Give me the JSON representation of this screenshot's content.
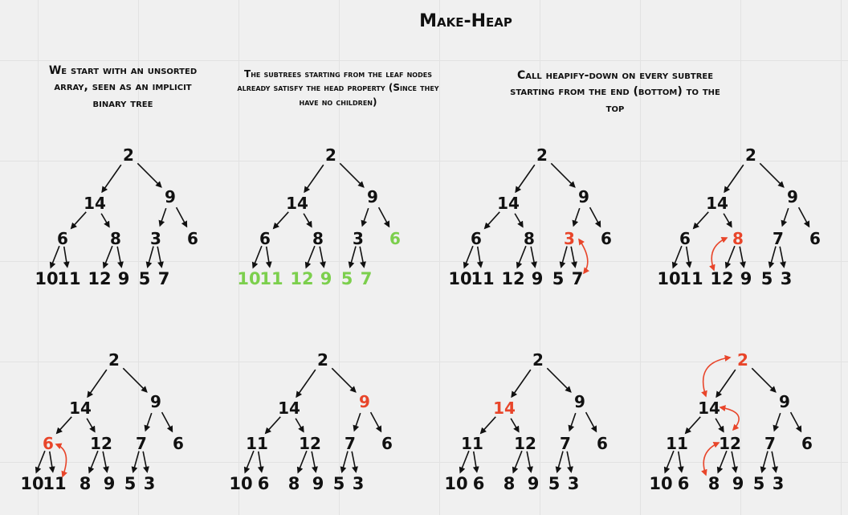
{
  "title": "Make-Heap",
  "captions": [
    "We start with an unsorted array, seen as an implicit binary tree",
    "The subtrees starting from the leaf nodes already satisfy the head property (Since they have no children)",
    "Call heapify-down on every subtree starting from the end (bottom) to the top"
  ],
  "colors": {
    "ink": "#111111",
    "highlight": "#e8452a",
    "leaf": "#7ccf4d"
  },
  "panels": [
    {
      "root": "2",
      "l": "14",
      "r": "9",
      "ll": "6",
      "lr": "8",
      "rl": "3",
      "rr": "6",
      "leaves": [
        "10",
        "11",
        "12",
        "9",
        "5",
        "7"
      ],
      "red": [],
      "green": [],
      "swaps": []
    },
    {
      "root": "2",
      "l": "14",
      "r": "9",
      "ll": "6",
      "lr": "8",
      "rl": "3",
      "rr": "6",
      "leaves": [
        "10",
        "11",
        "12",
        "9",
        "5",
        "7"
      ],
      "red": [],
      "green": [
        "rr",
        "leaves"
      ],
      "swaps": []
    },
    {
      "root": "2",
      "l": "14",
      "r": "9",
      "ll": "6",
      "lr": "8",
      "rl": "3",
      "rr": "6",
      "leaves": [
        "10",
        "11",
        "12",
        "9",
        "5",
        "7"
      ],
      "red": [
        "rl"
      ],
      "green": [],
      "swaps": [
        [
          "rl",
          "leaf5"
        ]
      ]
    },
    {
      "root": "2",
      "l": "14",
      "r": "9",
      "ll": "6",
      "lr": "8",
      "rl": "7",
      "rr": "6",
      "leaves": [
        "10",
        "11",
        "12",
        "9",
        "5",
        "3"
      ],
      "red": [
        "lr"
      ],
      "green": [],
      "swaps": [
        [
          "lr",
          "leaf2"
        ]
      ]
    },
    {
      "root": "2",
      "l": "14",
      "r": "9",
      "ll": "6",
      "lr": "12",
      "rl": "7",
      "rr": "6",
      "leaves": [
        "10",
        "11",
        "8",
        "9",
        "5",
        "3"
      ],
      "red": [
        "ll"
      ],
      "green": [],
      "swaps": [
        [
          "ll",
          "leaf1"
        ]
      ]
    },
    {
      "root": "2",
      "l": "14",
      "r": "9",
      "ll": "11",
      "lr": "12",
      "rl": "7",
      "rr": "6",
      "leaves": [
        "10",
        "6",
        "8",
        "9",
        "5",
        "3"
      ],
      "red": [
        "r"
      ],
      "green": [],
      "swaps": []
    },
    {
      "root": "2",
      "l": "14",
      "r": "9",
      "ll": "11",
      "lr": "12",
      "rl": "7",
      "rr": "6",
      "leaves": [
        "10",
        "6",
        "8",
        "9",
        "5",
        "3"
      ],
      "red": [
        "l"
      ],
      "green": [],
      "swaps": []
    },
    {
      "root": "2",
      "l": "14",
      "r": "9",
      "ll": "11",
      "lr": "12",
      "rl": "7",
      "rr": "6",
      "leaves": [
        "10",
        "6",
        "8",
        "9",
        "5",
        "3"
      ],
      "red": [
        "root"
      ],
      "green": [],
      "swaps": [
        [
          "root",
          "l"
        ],
        [
          "l",
          "lr"
        ],
        [
          "lr",
          "leaf2"
        ]
      ]
    }
  ]
}
